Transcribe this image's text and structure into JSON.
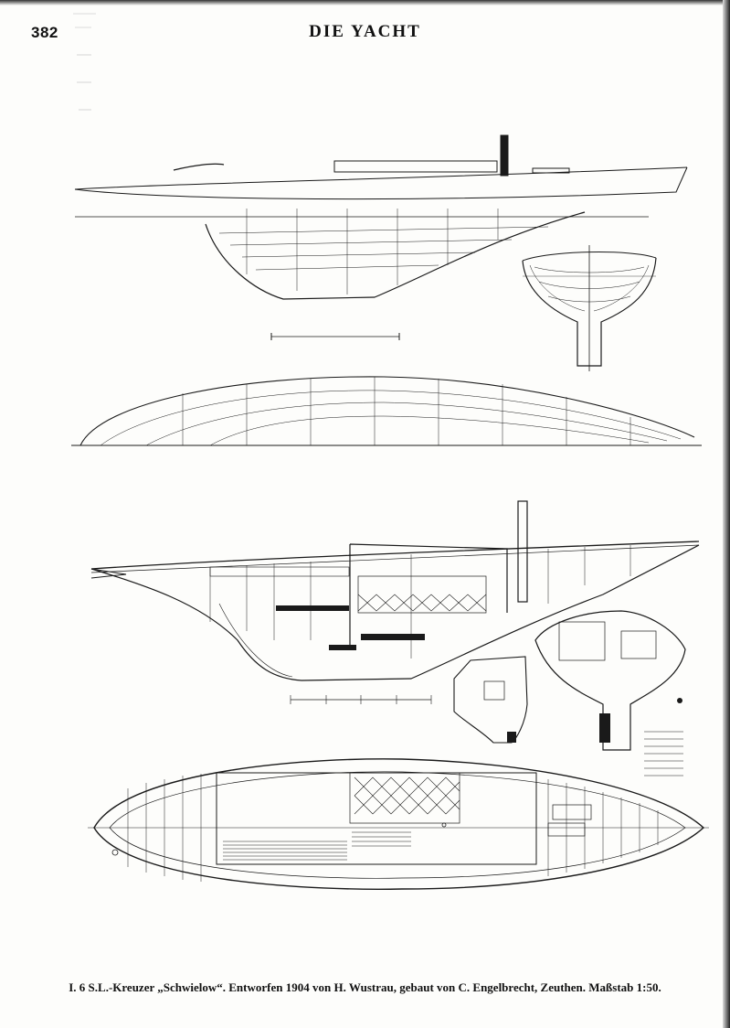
{
  "header": {
    "page_number": "382",
    "journal_title": "DIE YACHT"
  },
  "caption": {
    "text": "I. 6 S.L.-Kreuzer „Schwielow“. Entworfen 1904 von H. Wustrau, gebaut von C. Engelbrecht, Zeuthen.  Maßstab 1:50."
  },
  "figures": [
    {
      "id": "sail-profile",
      "description_label": "profile"
    },
    {
      "id": "body-plan"
    },
    {
      "id": "half-breadth"
    },
    {
      "id": "construction-profile"
    },
    {
      "id": "sections"
    },
    {
      "id": "deck-plan"
    }
  ],
  "colors": {
    "ink": "#1a1a1a",
    "paper": "#fdfdfb"
  }
}
